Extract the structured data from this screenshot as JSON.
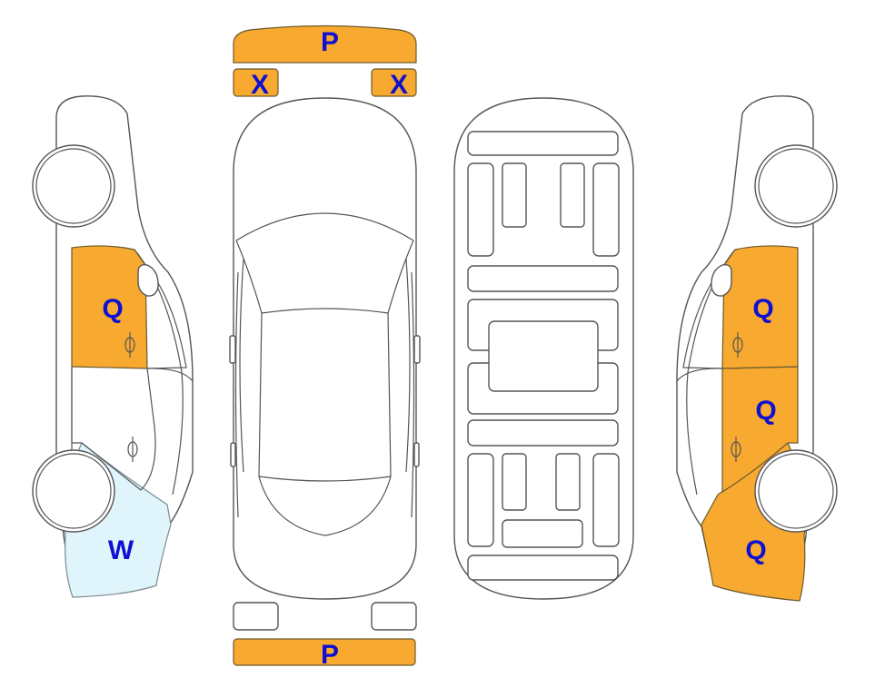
{
  "colors": {
    "code_text": "#1010d0",
    "damage_q": "#f8a92f",
    "damage_p": "#f8a92f",
    "damage_x": "#f8a92f",
    "damage_w": "#e0f4fb",
    "outline": "#555555"
  },
  "codes": {
    "front_bumper": "P",
    "front_left_light": "X",
    "front_right_light": "X",
    "rear_bumper": "P",
    "left_front_door": "Q",
    "left_rear_quarter": "W",
    "right_front_door": "Q",
    "right_rear_door": "Q",
    "right_rear_quarter": "Q"
  }
}
